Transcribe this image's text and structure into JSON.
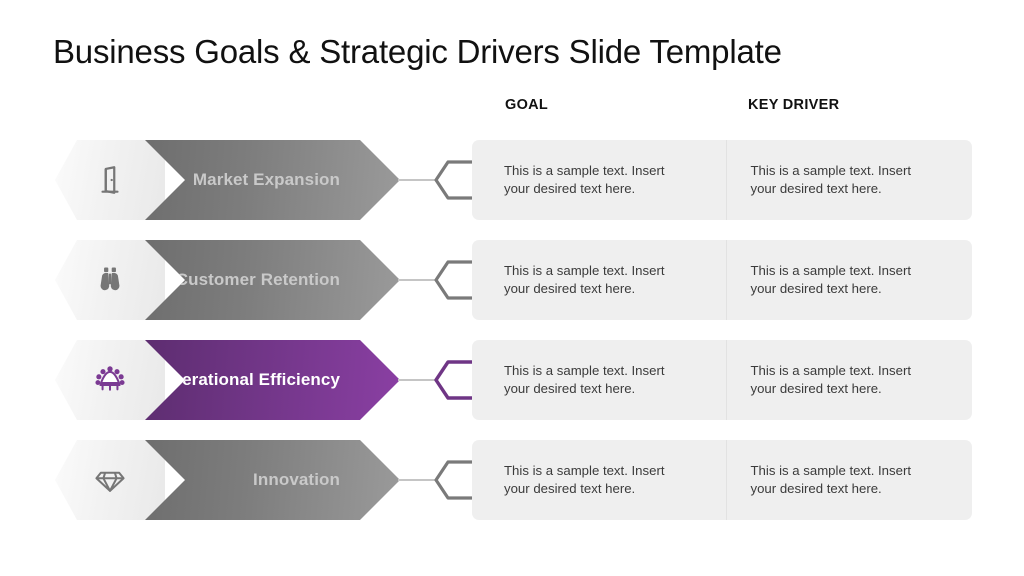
{
  "slide": {
    "title": "Business Goals & Strategic Drivers Slide Template",
    "background": "#ffffff"
  },
  "headers": {
    "goal": "GOAL",
    "key_driver": "KEY DRIVER"
  },
  "theme": {
    "accent": "#6f3585",
    "accent_dark": "#5d2d70",
    "accent_light": "#8a3fa3",
    "grey_dark": "#6e6e6e",
    "grey_light": "#9a9a9a",
    "label_grey": "#c9c9c9",
    "panel_bg": "#efefef",
    "text": "#3b3b3b",
    "connector": "#c5c5c5"
  },
  "rows": [
    {
      "label": "Market Expansion",
      "icon": "open-door-icon",
      "active": false,
      "goal_text": "This is a sample text. Insert your desired text here.",
      "driver_text": "This is a sample text. Insert your desired text here."
    },
    {
      "label": "Customer Retention",
      "icon": "binoculars-icon",
      "active": false,
      "goal_text": "This is a sample text. Insert your desired text here.",
      "driver_text": "This is a sample text. Insert your desired text here."
    },
    {
      "label": "Operational Efficiency",
      "icon": "meeting-table-icon",
      "active": true,
      "goal_text": "This is a sample text. Insert your desired text here.",
      "driver_text": "This is a sample text. Insert your desired text here."
    },
    {
      "label": "Innovation",
      "icon": "diamond-icon",
      "active": false,
      "goal_text": "This is a sample text. Insert your desired text here.",
      "driver_text": "This is a sample text. Insert your desired text here."
    }
  ]
}
